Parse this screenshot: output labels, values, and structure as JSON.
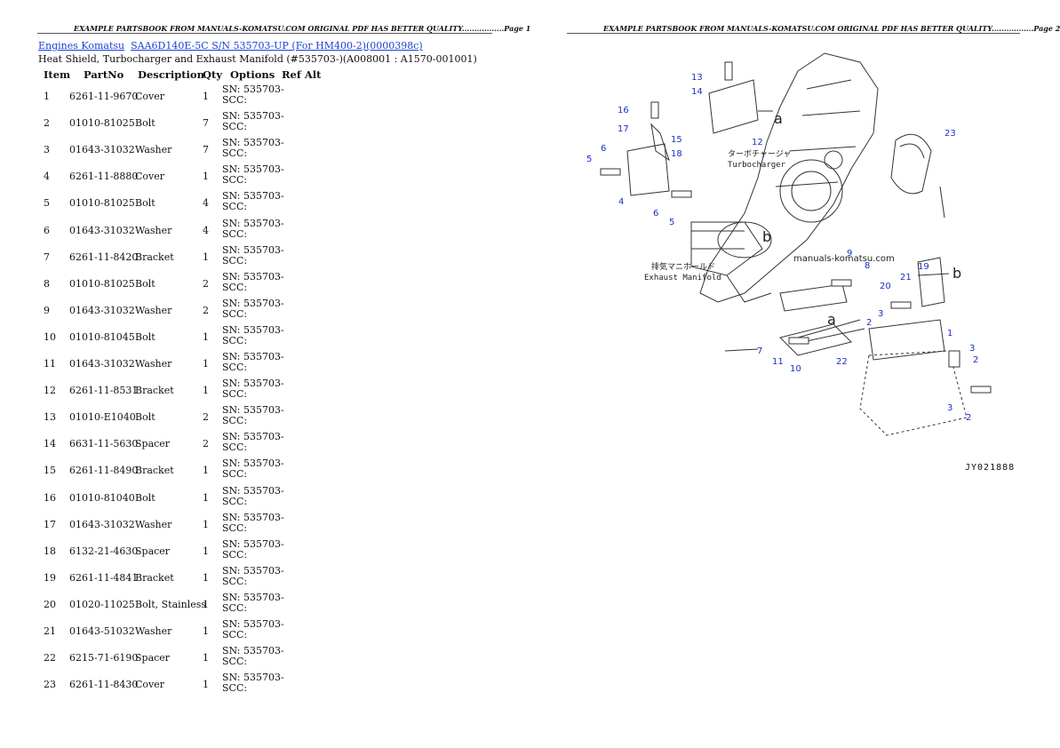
{
  "header": {
    "left": "EXAMPLE PARTSBOOK FROM MANUALS-KOMATSU.COM ORIGINAL PDF HAS BETTER QUALITY.................Page 1",
    "right": "EXAMPLE PARTSBOOK FROM MANUALS-KOMATSU.COM ORIGINAL PDF HAS BETTER QUALITY.................Page 2"
  },
  "breadcrumb": {
    "link1": "Engines Komatsu",
    "link2": "SAA6D140E-5C S/N 535703-UP (For HM400-2)(0000398c)"
  },
  "subtitle": "Heat Shield, Turbocharger and Exhaust Manifold (#535703-)(A008001 : A1570-001001)",
  "table": {
    "headers": {
      "item": "Item",
      "partno": "PartNo",
      "description": "Description",
      "qty": "Qty",
      "options": "Options",
      "refalt": "Ref Alt"
    },
    "rows": [
      {
        "item": "1",
        "partno": "6261-11-9670",
        "description": "Cover",
        "qty": "1",
        "options": "SN: 535703-SCC:"
      },
      {
        "item": "2",
        "partno": "01010-81025",
        "description": "Bolt",
        "qty": "7",
        "options": "SN: 535703-SCC:"
      },
      {
        "item": "3",
        "partno": "01643-31032",
        "description": "Washer",
        "qty": "7",
        "options": "SN: 535703-SCC:"
      },
      {
        "item": "4",
        "partno": "6261-11-8880",
        "description": "Cover",
        "qty": "1",
        "options": "SN: 535703-SCC:"
      },
      {
        "item": "5",
        "partno": "01010-81025",
        "description": "Bolt",
        "qty": "4",
        "options": "SN: 535703-SCC:"
      },
      {
        "item": "6",
        "partno": "01643-31032",
        "description": "Washer",
        "qty": "4",
        "options": "SN: 535703-SCC:"
      },
      {
        "item": "7",
        "partno": "6261-11-8420",
        "description": "Bracket",
        "qty": "1",
        "options": "SN: 535703-SCC:"
      },
      {
        "item": "8",
        "partno": "01010-81025",
        "description": "Bolt",
        "qty": "2",
        "options": "SN: 535703-SCC:"
      },
      {
        "item": "9",
        "partno": "01643-31032",
        "description": "Washer",
        "qty": "2",
        "options": "SN: 535703-SCC:"
      },
      {
        "item": "10",
        "partno": "01010-81045",
        "description": "Bolt",
        "qty": "1",
        "options": "SN: 535703-SCC:"
      },
      {
        "item": "11",
        "partno": "01643-31032",
        "description": "Washer",
        "qty": "1",
        "options": "SN: 535703-SCC:"
      },
      {
        "item": "12",
        "partno": "6261-11-8531",
        "description": "Bracket",
        "qty": "1",
        "options": "SN: 535703-SCC:"
      },
      {
        "item": "13",
        "partno": "01010-E1040",
        "description": "Bolt",
        "qty": "2",
        "options": "SN: 535703-SCC:"
      },
      {
        "item": "14",
        "partno": "6631-11-5630",
        "description": "Spacer",
        "qty": "2",
        "options": "SN: 535703-SCC:"
      },
      {
        "item": "15",
        "partno": "6261-11-8490",
        "description": "Bracket",
        "qty": "1",
        "options": "SN: 535703-SCC:"
      },
      {
        "item": "16",
        "partno": "01010-81040",
        "description": "Bolt",
        "qty": "1",
        "options": "SN: 535703-SCC:"
      },
      {
        "item": "17",
        "partno": "01643-31032",
        "description": "Washer",
        "qty": "1",
        "options": "SN: 535703-SCC:"
      },
      {
        "item": "18",
        "partno": "6132-21-4630",
        "description": "Spacer",
        "qty": "1",
        "options": "SN: 535703-SCC:"
      },
      {
        "item": "19",
        "partno": "6261-11-4841",
        "description": "Bracket",
        "qty": "1",
        "options": "SN: 535703-SCC:"
      },
      {
        "item": "20",
        "partno": "01020-11025",
        "description": "Bolt, Stainless",
        "qty": "1",
        "options": "SN: 535703-SCC:"
      },
      {
        "item": "21",
        "partno": "01643-51032",
        "description": "Washer",
        "qty": "1",
        "options": "SN: 535703-SCC:"
      },
      {
        "item": "22",
        "partno": "6215-71-6190",
        "description": "Spacer",
        "qty": "1",
        "options": "SN: 535703-SCC:"
      },
      {
        "item": "23",
        "partno": "6261-11-8430",
        "description": "Cover",
        "qty": "1",
        "options": "SN: 535703-SCC:"
      }
    ]
  },
  "diagram": {
    "turbo_jp": "ターボチャージャ",
    "turbo_en": "Turbocharger",
    "manifold_jp": "排気マニホールド",
    "manifold_en": "Exhaust Manifold",
    "watermark": "manuals-komatsu.com",
    "ref_a": "a",
    "ref_b": "b",
    "figure_code": "JY021888",
    "callouts": [
      "1",
      "2",
      "2",
      "2",
      "3",
      "3",
      "3",
      "4",
      "5",
      "5",
      "6",
      "6",
      "7",
      "8",
      "9",
      "10",
      "11",
      "12",
      "13",
      "14",
      "15",
      "16",
      "17",
      "18",
      "19",
      "20",
      "21",
      "22",
      "23"
    ]
  }
}
